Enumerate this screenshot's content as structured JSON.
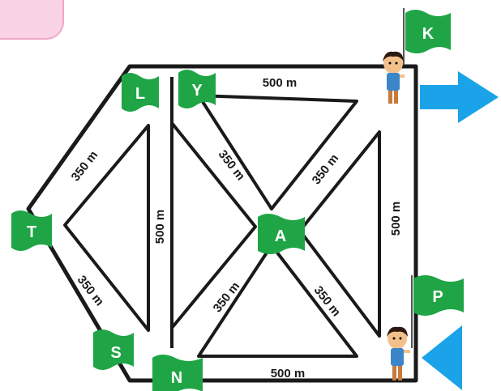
{
  "map": {
    "points": {
      "L": "L",
      "Y": "Y",
      "T": "T",
      "S": "S",
      "N": "N",
      "A": "A",
      "K": "K",
      "P": "P"
    },
    "distances": {
      "top": "500 m",
      "bottom": "500 m",
      "left_vertical": "500 m",
      "right_vertical": "500 m",
      "upper_left": "350 m",
      "lower_left": "350 m",
      "y_to_a": "350 m",
      "a_to_upper_right": "350 m",
      "a_to_lower_left": "350 m",
      "a_to_lower_right": "350 m"
    }
  },
  "colors": {
    "flag": "#1fa546",
    "road": "#1a1a1a",
    "arrow": "#1aa3e8",
    "tab": "#fbd3e6"
  },
  "icons": [
    "flag-icon",
    "boy-icon",
    "right-arrow-icon",
    "left-arrow-icon"
  ]
}
